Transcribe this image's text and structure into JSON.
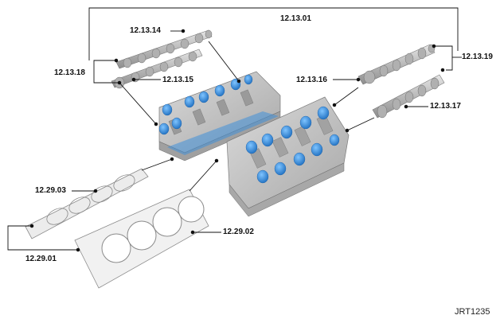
{
  "figure_ref": "JRT1235",
  "callouts": {
    "c_12_13_01": "12.13.01",
    "c_12_13_14": "12.13.14",
    "c_12_13_18": "12.13.18",
    "c_12_13_15": "12.13.15",
    "c_12_13_16": "12.13.16",
    "c_12_13_19": "12.13.19",
    "c_12_13_17": "12.13.17",
    "c_12_29_03": "12.29.03",
    "c_12_29_02": "12.29.02",
    "c_12_29_01": "12.29.01"
  },
  "colors": {
    "leader": "#111111",
    "part_grey": "#c9c9c9",
    "part_dark": "#9a9a9a",
    "tappet_blue": "#2f8fe0",
    "gasket_line": "#8a8a8a"
  },
  "icons": {
    "camshaft": "camshaft-icon",
    "cylinder_head": "cylinder-head-icon",
    "head_gasket": "head-gasket-icon"
  }
}
